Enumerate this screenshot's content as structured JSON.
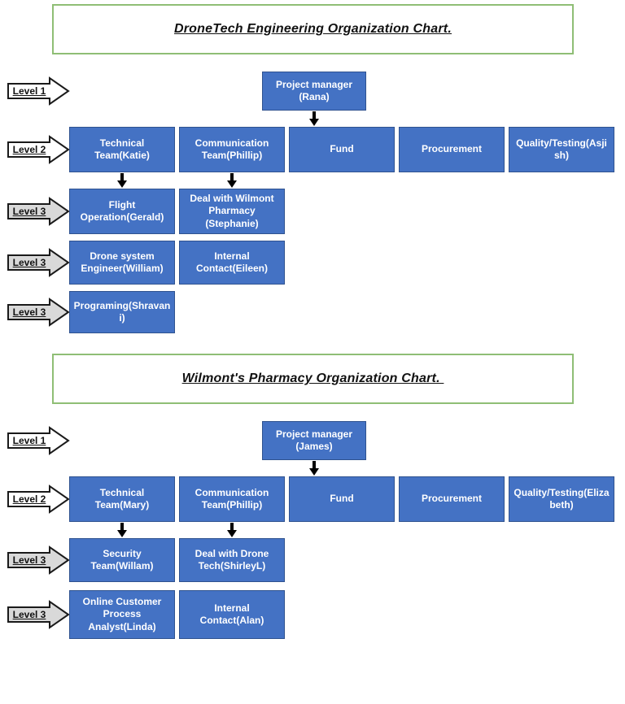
{
  "colors": {
    "box_fill": "#4472c4",
    "box_border": "#2f528f",
    "box_text": "#ffffff",
    "title_border": "#8fbe75",
    "connector": "#000000",
    "level_arrow_fill": "#ffffff",
    "level_arrow_fill_l3": "#d9d9d9",
    "level_arrow_border": "#1a1a1a"
  },
  "charts": [
    {
      "title": "DroneTech Engineering Organization Chart.",
      "level1": {
        "label": "Level 1",
        "box": "Project manager\n(Rana)"
      },
      "level2": {
        "label": "Level 2",
        "boxes": [
          "Technical\nTeam(Katie)",
          "Communication\nTeam(Phillip)",
          "Fund",
          "Procurement",
          "Quality/Testing(Asji\nsh)"
        ]
      },
      "level3_rows": [
        {
          "label": "Level 3",
          "boxes": [
            "Flight\nOperation(Gerald)",
            "Deal with Wilmont\nPharmacy\n(Stephanie)"
          ]
        },
        {
          "label": "Level 3",
          "boxes": [
            "Drone system\nEngineer(William)",
            "Internal\nContact(Eileen)"
          ]
        },
        {
          "label": "Level 3",
          "boxes": [
            "Programing(Shravan\ni)"
          ]
        }
      ]
    },
    {
      "title": "Wilmont's Pharmacy Organization Chart. ",
      "level1": {
        "label": "Level 1",
        "box": "Project manager\n(James)"
      },
      "level2": {
        "label": "Level 2",
        "boxes": [
          "Technical\nTeam(Mary)",
          "Communication\nTeam(Phillip)",
          "Fund",
          "Procurement",
          "Quality/Testing(Eliza\nbeth)"
        ]
      },
      "level3_rows": [
        {
          "label": "Level 3",
          "boxes": [
            "Security\nTeam(Willam)",
            "Deal with Drone\nTech(ShirleyL)"
          ]
        },
        {
          "label": "Level 3",
          "boxes": [
            "Online Customer\nProcess\nAnalyst(Linda)",
            "Internal\nContact(Alan)"
          ]
        }
      ]
    }
  ]
}
